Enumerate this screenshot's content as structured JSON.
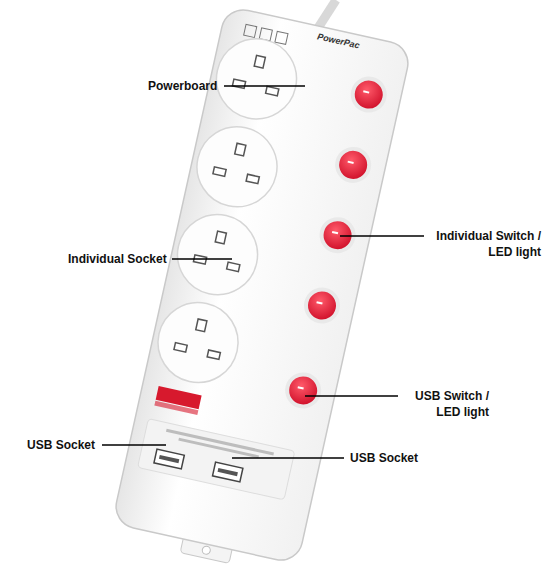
{
  "diagram": {
    "labels": [
      "Powerboard",
      "Individual Socket",
      "Individual Switch / LED light",
      "USB Switch / LED light",
      "USB Socket",
      "USB Socket",
      "PowerPac"
    ]
  }
}
